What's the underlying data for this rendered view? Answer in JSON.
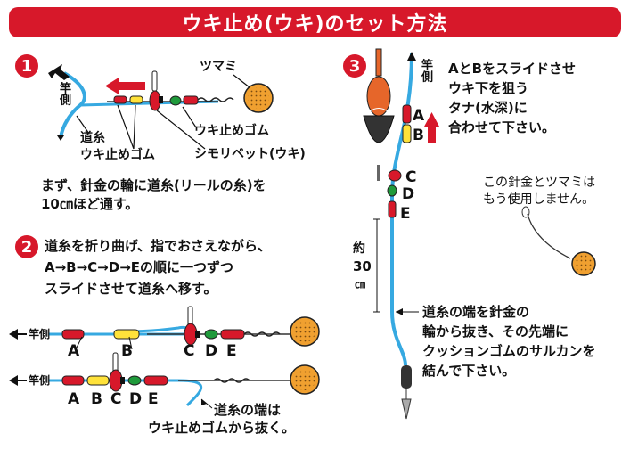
{
  "title": "ウキ止め(ウキ)のセット方法",
  "step1": {
    "number": "1",
    "rod_side": "竿側",
    "label_tsumami": "ツマミ",
    "label_michiito": "道糸",
    "label_ukidome_gomu_left": "ウキ止めゴム",
    "label_ukidome_gomu_right": "ウキ止めゴム",
    "label_shimori": "シモリペット(ウキ)",
    "instruction_line1": "まず、針金の輪に道糸(リールの糸)を",
    "instruction_line2": "10㎝ほど通す。"
  },
  "step2": {
    "number": "2",
    "instruction_line1": "道糸を折り曲げ、指でおさえながら、",
    "instruction_line2": "A→B→C→D→Eの順に一つずつ",
    "instruction_line3": "スライドさせて道糸へ移す。",
    "rod_side_1": "竿側",
    "rod_side_2": "竿側",
    "row1_labels": [
      "A",
      "B",
      "C",
      "D",
      "E"
    ],
    "row2_labels": [
      "A",
      "B",
      "C",
      "D",
      "E"
    ],
    "note_line1": "道糸の端は",
    "note_line2": "ウキ止めゴムから抜く。"
  },
  "step3": {
    "number": "3",
    "rod_side": "竿側",
    "labels": [
      "A",
      "B",
      "C",
      "D",
      "E"
    ],
    "instruction_line1": "AとBをスライドさせ",
    "instruction_line2": "ウキ下を狙う",
    "instruction_line3": "タナ(水深)に",
    "instruction_line4": "合わせて下さい。",
    "distance_label": "約",
    "distance_value": "30",
    "distance_unit": "㎝",
    "note_line1": "この針金とツマミは",
    "note_line2": "もう使用しません。",
    "end_line1": "道糸の端を針金の",
    "end_line2": "輪から抜き、その先端に",
    "end_line3": "クッションゴムのサルカンを",
    "end_line4": "結んで下さい。"
  },
  "colors": {
    "banner": "#d7182a",
    "line": "#36a9e1",
    "red_rubber": "#d7182a",
    "yellow_rubber": "#ffe23a",
    "green_rubber": "#1f9a3b",
    "float_orange": "#e6662a",
    "tsumami": "#f0a030"
  }
}
